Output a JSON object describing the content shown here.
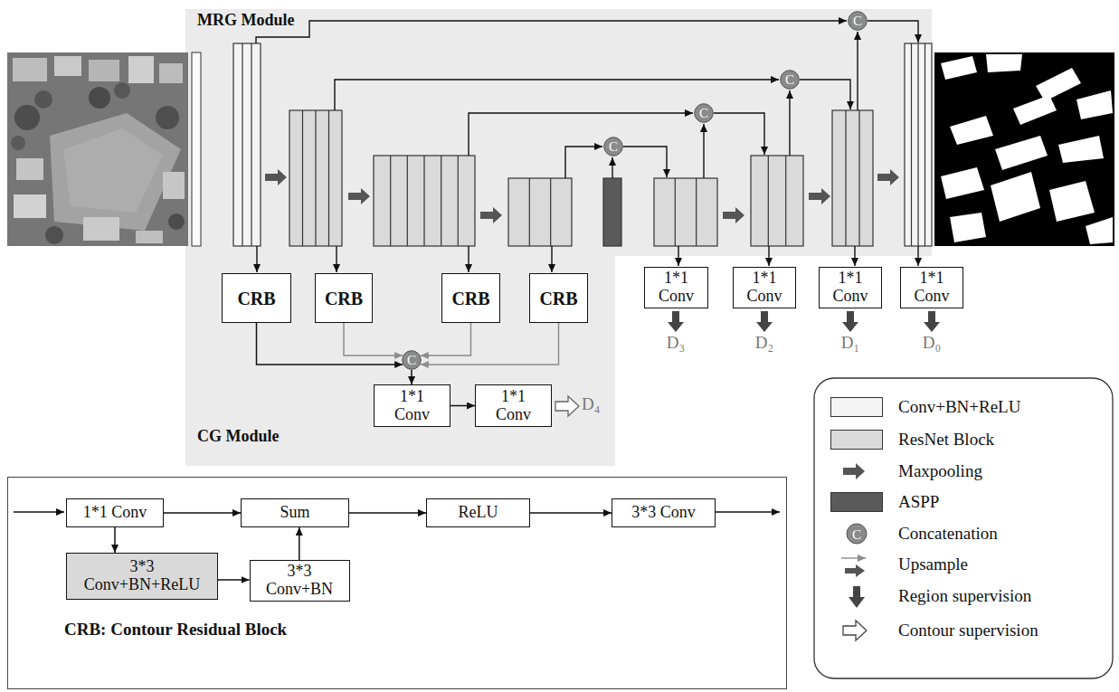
{
  "diagram": {
    "nodes": [
      {
        "text": [
          "MRG Module"
        ]
      },
      {
        "text": [
          "C"
        ],
        "in": 0
      },
      {
        "text": [
          "C"
        ],
        "in": 0
      },
      {
        "text": [
          "C"
        ],
        "in": 0
      },
      {
        "text": [
          "C"
        ],
        "in": 0
      },
      {
        "text": [
          "CG Module"
        ]
      },
      {
        "text": [
          "CRB"
        ],
        "in": 5
      },
      {
        "text": [
          "CRB"
        ],
        "in": 5
      },
      {
        "text": [
          "CRB"
        ],
        "in": 5
      },
      {
        "text": [
          "CRB"
        ],
        "in": 5
      },
      {
        "text": [
          "C"
        ],
        "in": 5
      },
      {
        "text": [
          "1*1 Conv"
        ],
        "in": 5
      },
      {
        "text": [
          "1*1 Conv"
        ],
        "in": 5
      },
      {
        "text": [
          "1*1 Conv"
        ]
      },
      {
        "text": [
          "1*1 Conv"
        ]
      },
      {
        "text": [
          "1*1 Conv"
        ]
      },
      {
        "text": [
          "1*1 Conv"
        ]
      },
      {
        "text": [
          "CRB: Contour Residual Block"
        ]
      },
      {
        "text": [
          "1*1 Conv"
        ],
        "in": 17
      },
      {
        "text": [
          "Sum"
        ],
        "in": 17
      },
      {
        "text": [
          "ReLU"
        ],
        "in": 17
      },
      {
        "text": [
          "3*3 Conv"
        ],
        "in": 17
      },
      {
        "text": [
          "3*3 Conv+BN+ReLU"
        ],
        "in": 17
      },
      {
        "text": [
          "3*3 Conv+BN"
        ],
        "in": 17
      }
    ],
    "edges": [
      {
        "from": 6,
        "to": 10,
        "arrow": "to"
      },
      {
        "from": 7,
        "to": 10,
        "arrow": "to"
      },
      {
        "from": 8,
        "to": 10,
        "arrow": "to"
      },
      {
        "from": 9,
        "to": 10,
        "arrow": "to"
      },
      {
        "from": 10,
        "to": 11,
        "arrow": "to"
      },
      {
        "from": 11,
        "to": 12,
        "arrow": "to"
      },
      {
        "from": 18,
        "to": 19,
        "arrow": "to"
      },
      {
        "from": 18,
        "to": 22,
        "arrow": "to"
      },
      {
        "from": 22,
        "to": 23,
        "arrow": "to"
      },
      {
        "from": 23,
        "to": 19,
        "arrow": "to"
      },
      {
        "from": 19,
        "to": 20,
        "arrow": "to"
      },
      {
        "from": 20,
        "to": 21,
        "arrow": "to"
      }
    ],
    "labels": [
      "D₃",
      "D₂",
      "D₁",
      "D₀",
      "D₄",
      "C"
    ],
    "legend": [
      {
        "text": "Conv+BN+ReLU",
        "color": "#f4f4f4"
      },
      {
        "text": "ResNet Block",
        "color": "#dadada"
      },
      {
        "text": "Maxpooling"
      },
      {
        "text": "ASPP",
        "color": "#5a5a5a"
      },
      {
        "text": "Concatenation"
      },
      {
        "text": "Upsample"
      },
      {
        "text": "Region supervision"
      },
      {
        "text": "Contour supervision"
      }
    ]
  }
}
